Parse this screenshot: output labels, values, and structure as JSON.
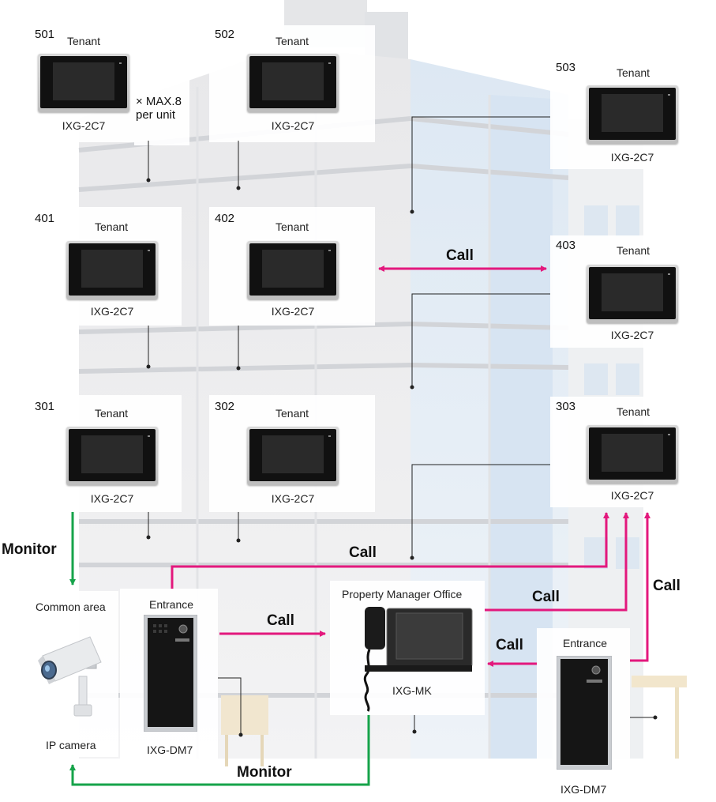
{
  "tenant_stations": [
    {
      "unit": "501",
      "role": "Tenant",
      "model": "IXG-2C7"
    },
    {
      "unit": "502",
      "role": "Tenant",
      "model": "IXG-2C7"
    },
    {
      "unit": "503",
      "role": "Tenant",
      "model": "IXG-2C7"
    },
    {
      "unit": "401",
      "role": "Tenant",
      "model": "IXG-2C7"
    },
    {
      "unit": "402",
      "role": "Tenant",
      "model": "IXG-2C7"
    },
    {
      "unit": "403",
      "role": "Tenant",
      "model": "IXG-2C7"
    },
    {
      "unit": "301",
      "role": "Tenant",
      "model": "IXG-2C7"
    },
    {
      "unit": "302",
      "role": "Tenant",
      "model": "IXG-2C7"
    },
    {
      "unit": "303",
      "role": "Tenant",
      "model": "IXG-2C7"
    }
  ],
  "max_note": {
    "line1": "× MAX.8",
    "line2": "per unit"
  },
  "common_area": {
    "title": "Common area",
    "device": "IP camera"
  },
  "entrance_left": {
    "title": "Entrance",
    "model": "IXG-DM7"
  },
  "entrance_right": {
    "title": "Entrance",
    "model": "IXG-DM7"
  },
  "office": {
    "title": "Property Manager Office",
    "model": "IXG-MK"
  },
  "connection_labels": {
    "call_403": "Call",
    "call_top": "Call",
    "call_office": "Call",
    "call_right_mid": "Call",
    "call_far_right": "Call",
    "call_entrance_right": "Call",
    "monitor_left": "Monitor",
    "monitor_bottom": "Monitor"
  },
  "colors": {
    "call": "#e3187d",
    "monitor": "#16a34a",
    "line": "#222222"
  }
}
